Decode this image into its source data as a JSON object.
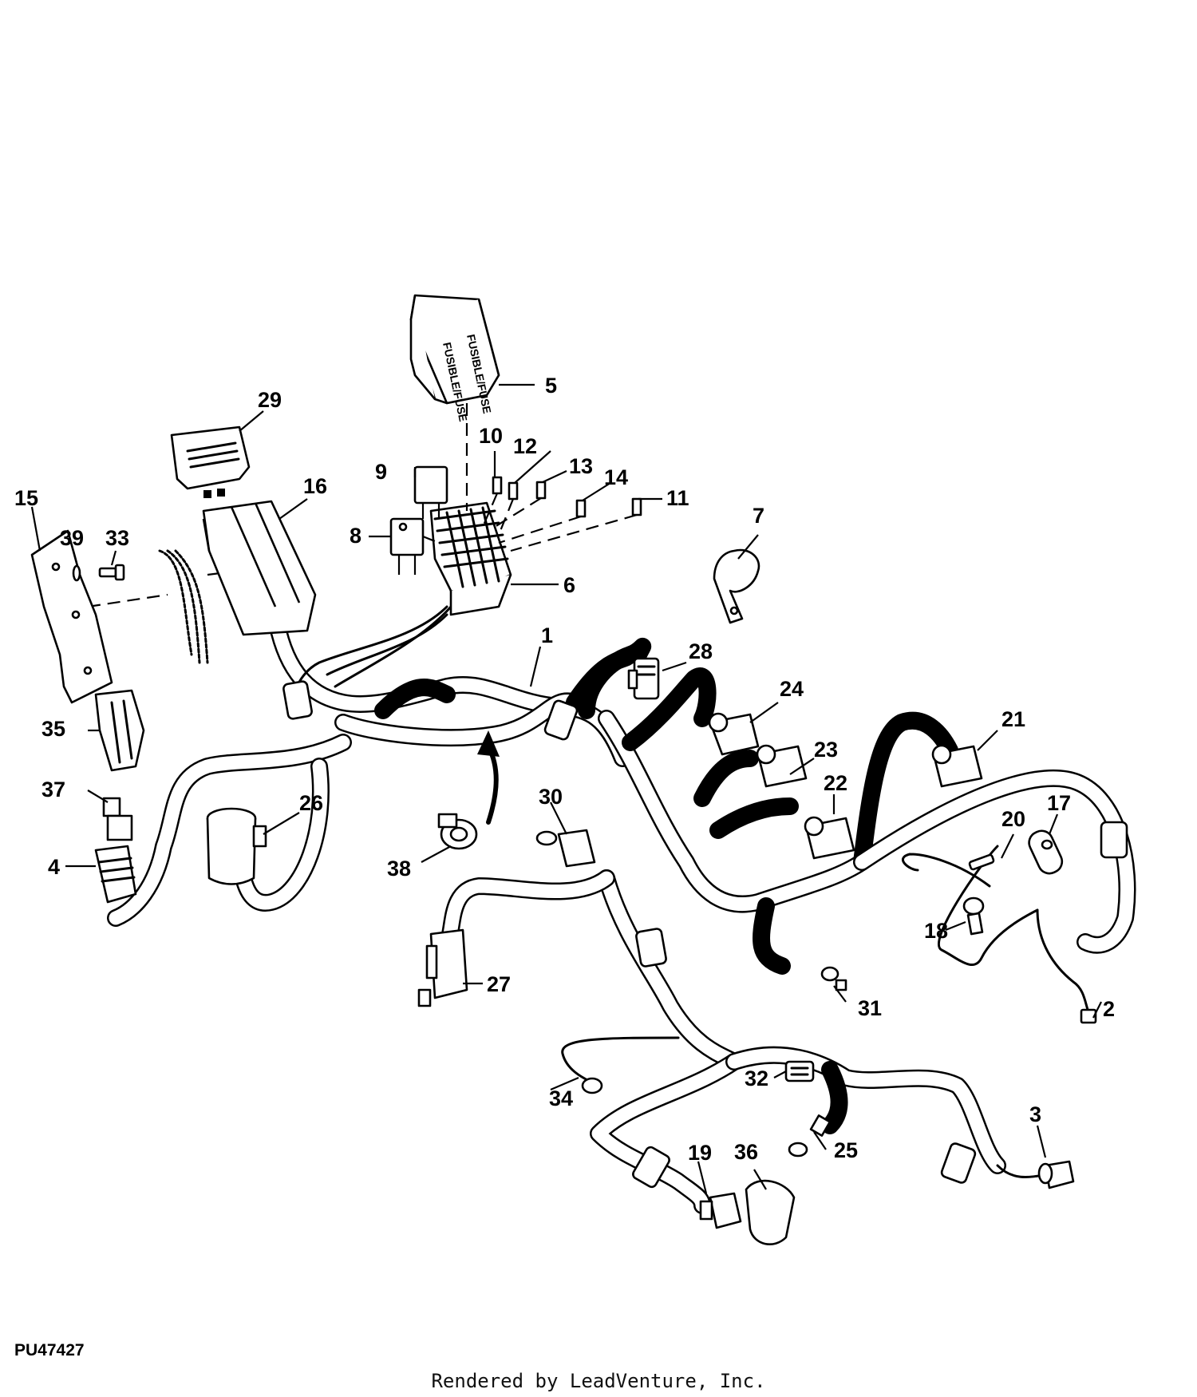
{
  "diagram": {
    "fuse_box_cover_text": "FUSIBLE/FUSE",
    "callouts": [
      {
        "id": "c1",
        "text": "1"
      },
      {
        "id": "c2",
        "text": "2"
      },
      {
        "id": "c3",
        "text": "3"
      },
      {
        "id": "c4",
        "text": "4"
      },
      {
        "id": "c5",
        "text": "5"
      },
      {
        "id": "c6",
        "text": "6"
      },
      {
        "id": "c7",
        "text": "7"
      },
      {
        "id": "c8",
        "text": "8"
      },
      {
        "id": "c9",
        "text": "9"
      },
      {
        "id": "c10",
        "text": "10"
      },
      {
        "id": "c11",
        "text": "11"
      },
      {
        "id": "c12",
        "text": "12"
      },
      {
        "id": "c13",
        "text": "13"
      },
      {
        "id": "c14",
        "text": "14"
      },
      {
        "id": "c15",
        "text": "15"
      },
      {
        "id": "c16",
        "text": "16"
      },
      {
        "id": "c17",
        "text": "17"
      },
      {
        "id": "c18",
        "text": "18"
      },
      {
        "id": "c19",
        "text": "19"
      },
      {
        "id": "c20",
        "text": "20"
      },
      {
        "id": "c21",
        "text": "21"
      },
      {
        "id": "c22",
        "text": "22"
      },
      {
        "id": "c23",
        "text": "23"
      },
      {
        "id": "c24",
        "text": "24"
      },
      {
        "id": "c25",
        "text": "25"
      },
      {
        "id": "c26",
        "text": "26"
      },
      {
        "id": "c27",
        "text": "27"
      },
      {
        "id": "c28",
        "text": "28"
      },
      {
        "id": "c29",
        "text": "29"
      },
      {
        "id": "c30",
        "text": "30"
      },
      {
        "id": "c31",
        "text": "31"
      },
      {
        "id": "c32",
        "text": "32"
      },
      {
        "id": "c33",
        "text": "33"
      },
      {
        "id": "c34",
        "text": "34"
      },
      {
        "id": "c35",
        "text": "35"
      },
      {
        "id": "c36",
        "text": "36"
      },
      {
        "id": "c37",
        "text": "37"
      },
      {
        "id": "c38",
        "text": "38"
      },
      {
        "id": "c39",
        "text": "39"
      }
    ]
  },
  "footer": {
    "doc_code": "PU47427",
    "credit": "Rendered by LeadVenture, Inc."
  }
}
